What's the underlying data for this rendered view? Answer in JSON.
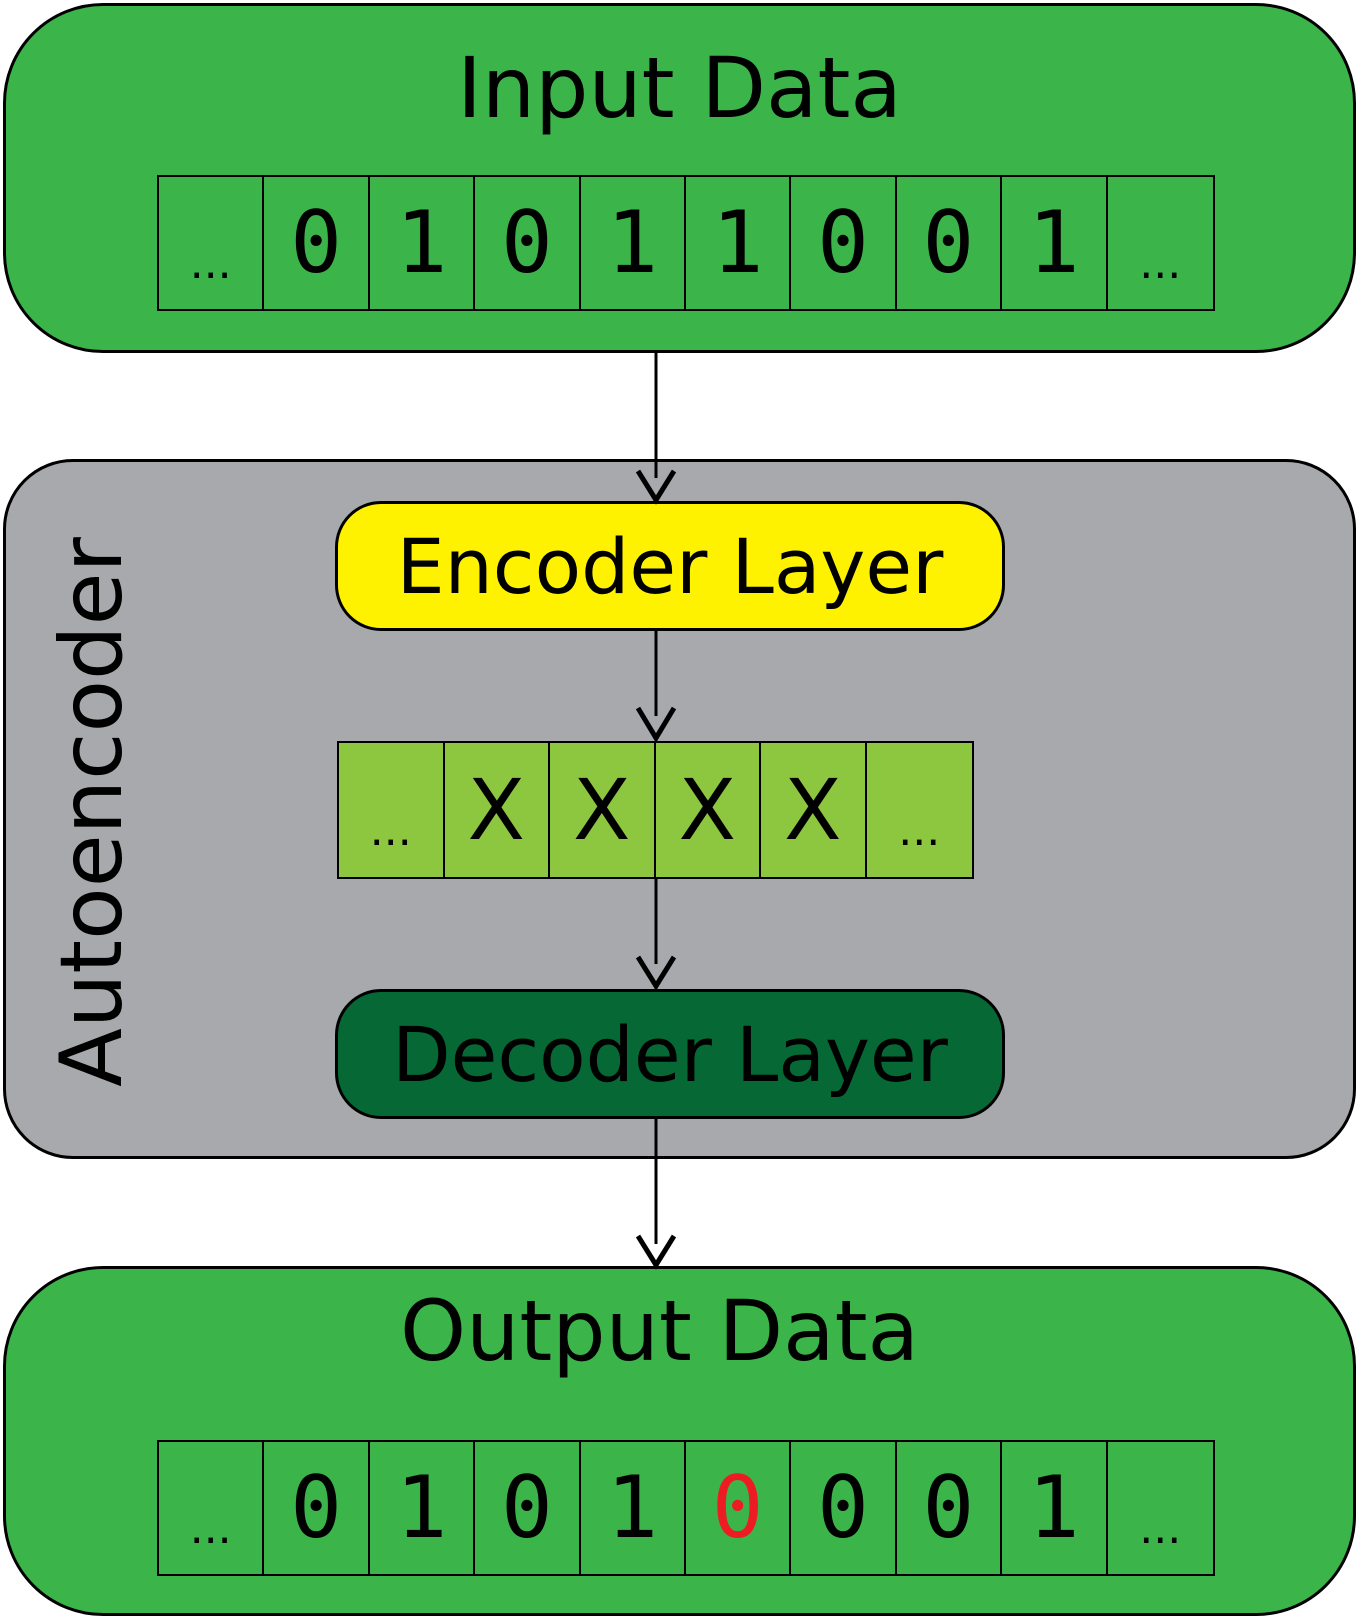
{
  "input": {
    "title": "Input Data",
    "cells": [
      "...",
      "0",
      "1",
      "0",
      "1",
      "1",
      "0",
      "0",
      "1",
      "..."
    ]
  },
  "autoencoder": {
    "label": "Autoencoder",
    "encoder_label": "Encoder Layer",
    "latent_cells": [
      "...",
      "X",
      "X",
      "X",
      "X",
      "..."
    ],
    "decoder_label": "Decoder Layer"
  },
  "output": {
    "title": "Output Data",
    "cells": [
      "...",
      "0",
      "1",
      "0",
      "1",
      "0",
      "0",
      "0",
      "1",
      "..."
    ],
    "changed_index": 5
  },
  "colors": {
    "io_panel": "#3bb54a",
    "autoencoder_panel": "#a7a9ac",
    "encoder": "#fff200",
    "decoder": "#056835",
    "latent_cells": "#8dc63f",
    "changed_bit": "#ed1c24"
  }
}
